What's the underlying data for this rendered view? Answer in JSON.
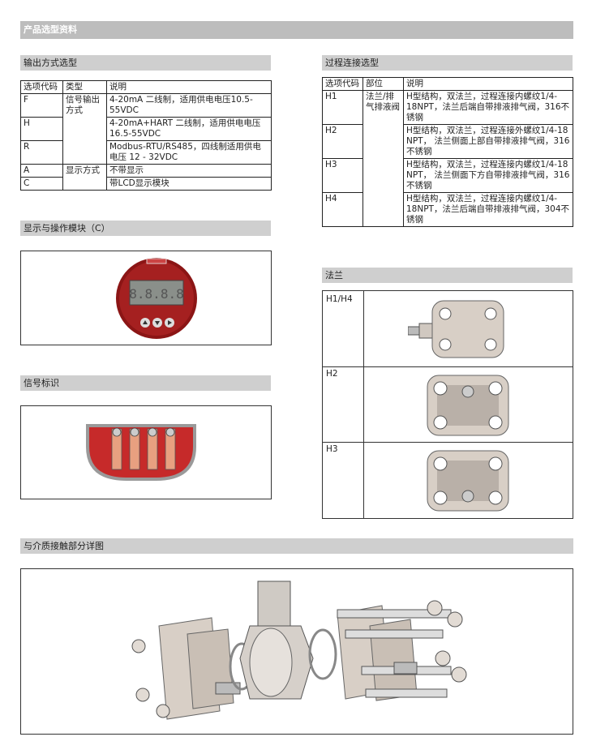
{
  "main_title": "产品选型资料",
  "output": {
    "title": "输出方式选型",
    "headers": [
      "选项代码",
      "类型",
      "说明"
    ],
    "group1_type": "信号输出方式",
    "group2_type": "显示方式",
    "rows": [
      {
        "code": "F",
        "desc": "4-20mA 二线制，适用供电电压10.5-55VDC"
      },
      {
        "code": "H",
        "desc": "4-20mA+HART 二线制，适用供电电压16.5-55VDC"
      },
      {
        "code": "R",
        "desc": "Modbus-RTU/RS485，四线制适用供电电压 12 - 32VDC"
      },
      {
        "code": "A",
        "desc": "不带显示"
      },
      {
        "code": "C",
        "desc": "带LCD显示模块"
      }
    ]
  },
  "display_module": {
    "title": "显示与操作模块（C）",
    "lcd_text": "8.8.8.8"
  },
  "signal": {
    "title": "信号标识"
  },
  "process": {
    "title": "过程连接选型",
    "headers": [
      "选项代码",
      "部位",
      "说明"
    ],
    "part": "法兰/排气排液阀",
    "rows": [
      {
        "code": "H1",
        "desc": "H型结构，双法兰，过程连接内螺纹1/4-18NPT，法兰后端自带排液排气阀，316不锈钢"
      },
      {
        "code": "H2",
        "desc": "H型结构，双法兰，过程连接外螺纹1/4-18 NPT， 法兰侧面上部自带排液排气阀，316不锈钢"
      },
      {
        "code": "H3",
        "desc": "H型结构，双法兰，过程连接内螺纹1/4-18 NPT， 法兰侧面下方自带排液排气阀，316不锈钢"
      },
      {
        "code": "H4",
        "desc": "H型结构，双法兰，过程连接内螺纹1/4-18NPT，法兰后端自带排液排气阀，304不锈钢"
      }
    ]
  },
  "flange": {
    "title": "法兰",
    "labels": [
      "H1/H4",
      "H2",
      "H3"
    ]
  },
  "detail": {
    "title": "与介质接触部分详图"
  }
}
